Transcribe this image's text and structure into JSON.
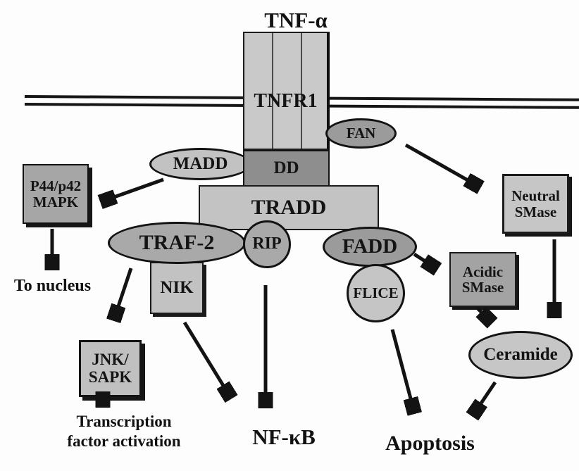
{
  "diagram": {
    "title": "TNF-α",
    "nodes": {
      "tnfr1": {
        "label": "TNFR1"
      },
      "dd": {
        "label": "DD"
      },
      "fan": {
        "label": "FAN"
      },
      "madd": {
        "label": "MADD"
      },
      "tradd": {
        "label": "TRADD"
      },
      "traf2": {
        "label": "TRAF-2"
      },
      "rip": {
        "label": "RIP"
      },
      "fadd": {
        "label": "FADD"
      },
      "flice": {
        "label": "FLICE"
      },
      "nik": {
        "label": "NIK"
      },
      "p44_mapk": {
        "line1": "P44/p42",
        "line2": "MAPK"
      },
      "jnk_sapk": {
        "line1": "JNK/",
        "line2": "SAPK"
      },
      "neutral_smase": {
        "line1": "Neutral",
        "line2": "SMase"
      },
      "acidic_smase": {
        "line1": "Acidic",
        "line2": "SMase"
      },
      "ceramide": {
        "label": "Ceramide"
      }
    },
    "outcomes": {
      "to_nucleus": "To nucleus",
      "transcription": {
        "line1": "Transcription",
        "line2": "factor activation"
      },
      "nfkb": "NF-κB",
      "apoptosis": "Apoptosis"
    },
    "edges": [
      {
        "from": "MADD",
        "to": "P44/p42 MAPK"
      },
      {
        "from": "P44/p42 MAPK",
        "to": "To nucleus"
      },
      {
        "from": "FAN",
        "to": "Neutral SMase"
      },
      {
        "from": "TRAF-2",
        "to": "JNK/SAPK"
      },
      {
        "from": "JNK/SAPK",
        "to": "Transcription factor activation"
      },
      {
        "from": "NIK",
        "to": "NF-κB"
      },
      {
        "from": "RIP",
        "to": "NF-κB"
      },
      {
        "from": "FADD",
        "to": "Acidic SMase"
      },
      {
        "from": "FLICE",
        "to": "Apoptosis"
      },
      {
        "from": "Acidic SMase",
        "to": "Ceramide"
      },
      {
        "from": "Neutral SMase",
        "to": "Ceramide"
      },
      {
        "from": "Ceramide",
        "to": "Apoptosis"
      }
    ],
    "colors": {
      "background": "#fdfdfd",
      "ink": "#141414",
      "light_gray": "#c6c6c6",
      "mid_gray": "#a6a6a6",
      "dark_gray": "#8e8e8e"
    }
  }
}
